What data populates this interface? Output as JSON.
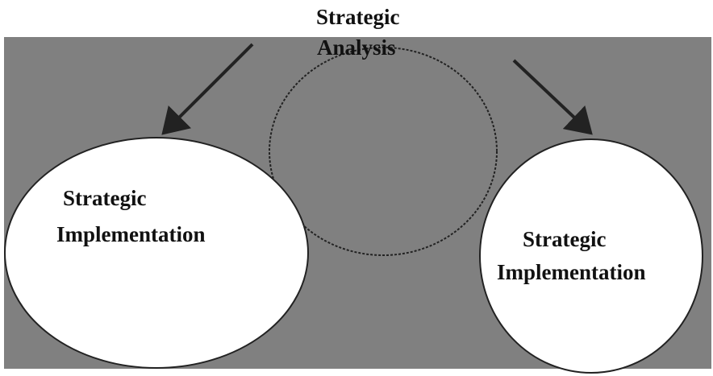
{
  "diagram": {
    "title": {
      "line1": "Strategic",
      "line2": "Analysis"
    },
    "left_node": {
      "line1": "Strategic",
      "line2": "Implementation"
    },
    "right_node": {
      "line1": "Strategic",
      "line2": "Implementation"
    },
    "colors": {
      "background": "#808080",
      "node_fill": "#ffffff",
      "stroke": "#222222",
      "text": "#111111"
    }
  }
}
